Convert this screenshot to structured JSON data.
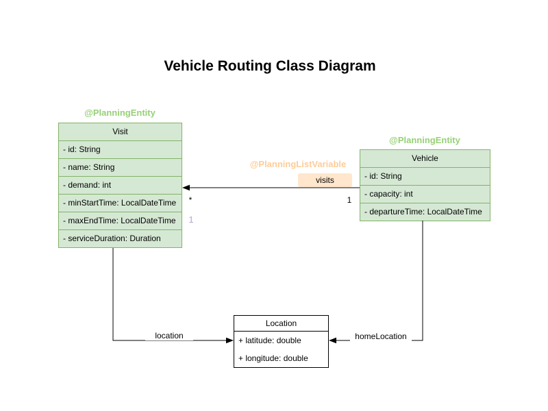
{
  "title": "Vehicle Routing Class Diagram",
  "annotations": {
    "visit_entity": "@PlanningEntity",
    "vehicle_entity": "@PlanningEntity",
    "list_variable": "@PlanningListVariable"
  },
  "classes": {
    "visit": {
      "name": "Visit",
      "attributes": [
        "- id: String",
        "- name: String",
        "- demand: int",
        "- minStartTime: LocalDateTime",
        "- maxEndTime: LocalDateTime",
        "- serviceDuration: Duration"
      ]
    },
    "vehicle": {
      "name": "Vehicle",
      "attributes": [
        "- id: String",
        "- capacity: int",
        "- departureTime: LocalDateTime"
      ]
    },
    "location": {
      "name": "Location",
      "attributes": [
        "+ latitude: double",
        "+ longitude: double"
      ]
    }
  },
  "edges": {
    "visits": {
      "label": "visits",
      "source_multiplicity": "1",
      "target_multiplicity": "*",
      "index_label": "1"
    },
    "location": {
      "label": "location"
    },
    "home_location": {
      "label": "homeLocation"
    }
  },
  "colors": {
    "entity_fill": "#d5e8d4",
    "entity_border": "#82b366",
    "green_annotation": "#97d077",
    "orange_annotation": "#ffcc99",
    "visits_label_bg": "#ffe6cc",
    "index_label_color": "#b9a3cd",
    "edge_color": "#000000"
  }
}
